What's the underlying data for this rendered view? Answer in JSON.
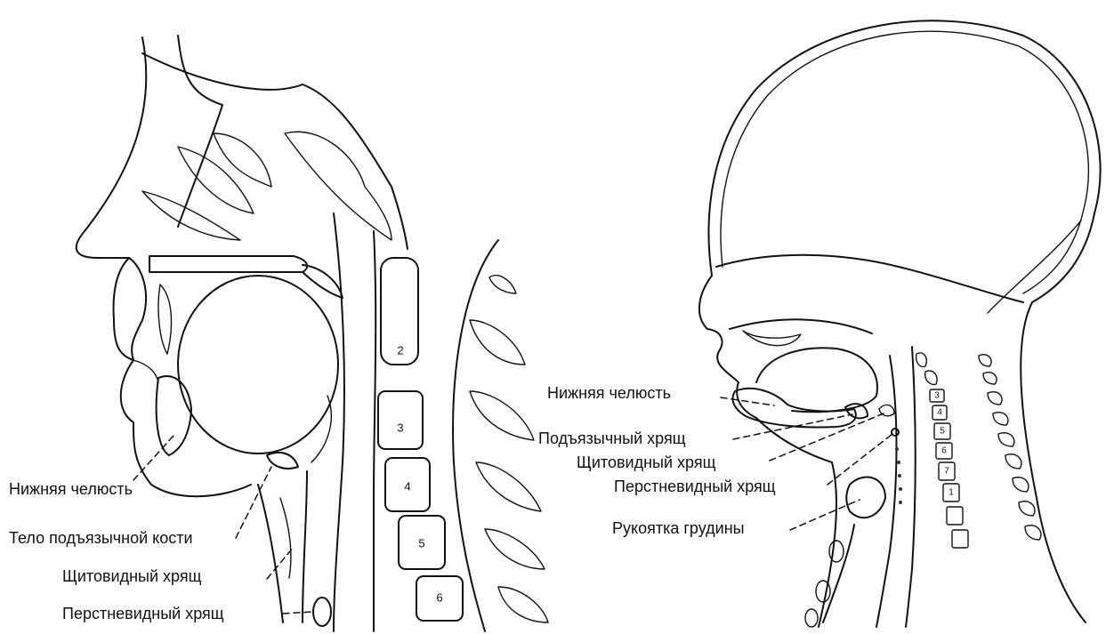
{
  "left_figure": {
    "labels": [
      "Нижняя челюсть",
      "Тело подъязычной кости",
      "Щитовидный хрящ",
      "Перстневидный хрящ"
    ],
    "vertebra_numbers": [
      "2",
      "3",
      "4",
      "5",
      "6"
    ]
  },
  "right_figure": {
    "labels": [
      "Нижняя челюсть",
      "Подъязычный хрящ",
      "Щитовидный хрящ",
      "Перстневидный хрящ",
      "Рукоятка грудины"
    ],
    "vertebra_numbers": [
      "3",
      "4",
      "5",
      "6",
      "7",
      "1"
    ]
  }
}
